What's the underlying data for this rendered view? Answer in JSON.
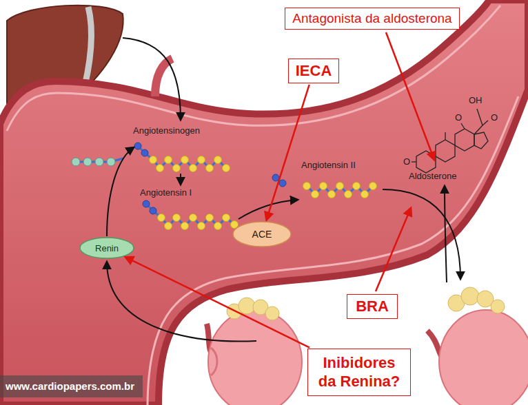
{
  "diagram": {
    "nodes": [
      {
        "text": [
          "Antagonista da aldosterona"
        ]
      },
      {
        "text": [
          "IECA"
        ]
      },
      {
        "text": [
          "ACE"
        ]
      },
      {
        "text": [
          "Renin"
        ]
      },
      {
        "text": [
          "BRA"
        ]
      },
      {
        "text": [
          "Inibidores da Renina?"
        ]
      }
    ],
    "edges": [
      {
        "from": 1,
        "to": 2,
        "arrow": "to"
      },
      {
        "from": 5,
        "to": 3,
        "arrow": "to"
      }
    ],
    "labels": [
      "Angiotensinogen",
      "Angiotensin I",
      "Angiotensin II",
      "Aldosterone",
      "OH",
      "O",
      "O",
      "O",
      "www.cardiopapers.com.br"
    ]
  }
}
